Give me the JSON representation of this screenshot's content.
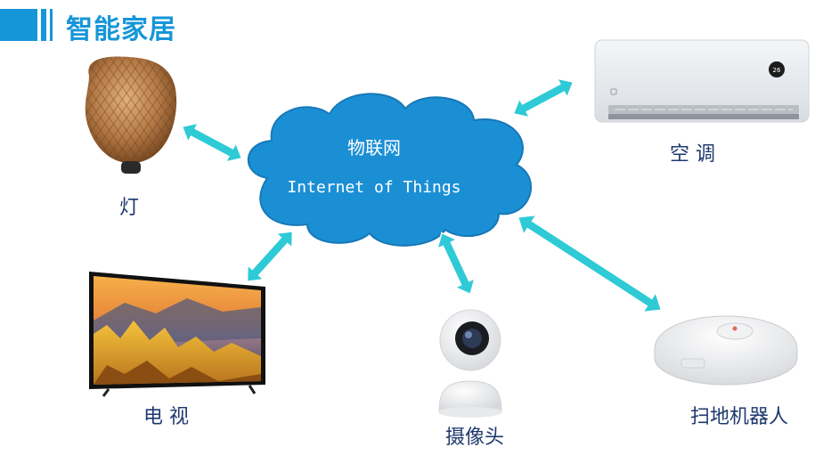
{
  "title": "智能家居",
  "cloud": {
    "label_cn": "物联网",
    "label_en": "Internet of Things"
  },
  "devices": {
    "lamp": "灯",
    "ac": "空 调",
    "tv": "电 视",
    "camera": "摄像头",
    "robot": "扫地机器人"
  },
  "colors": {
    "accent": "#1596d8",
    "cloud": "#1b8fd4",
    "arrow": "#2ecad6",
    "label": "#1f3a6e"
  }
}
